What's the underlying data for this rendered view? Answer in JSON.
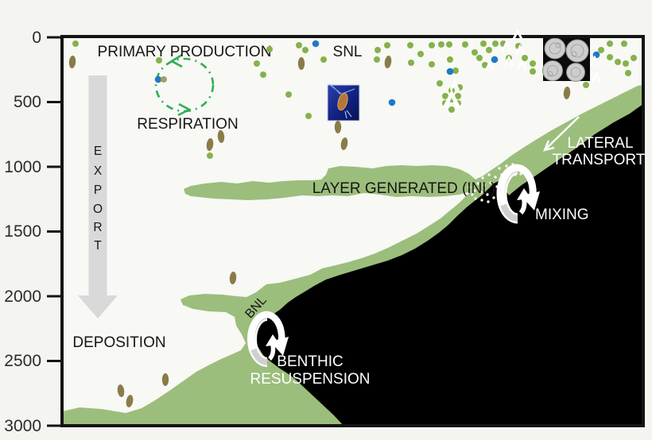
{
  "figure": {
    "axis": {
      "ticks": [
        "0",
        "500",
        "1000",
        "1500",
        "2000",
        "2500",
        "3000"
      ]
    },
    "labels": {
      "primary_production": "PRIMARY PRODUCTION",
      "snl": "SNL",
      "respiration": "RESPIRATION",
      "export_letters": [
        "E",
        "X",
        "P",
        "O",
        "R",
        "T"
      ],
      "deposition": "DEPOSITION",
      "layer_generated": "LAYER GENERATED (INL)",
      "lateral_transport_line1": "LATERAL",
      "lateral_transport_line2": "TRANSPORT",
      "mixing": "MIXING",
      "bnl": "BNL",
      "benthic_line1": "BENTHIC",
      "benthic_line2": "RESUSPENSION"
    },
    "images": {
      "copepod": "copepod-photo",
      "sem": "plankton-cells-photo"
    },
    "colors": {
      "water": "#f8f8f5",
      "margin": "#f4f4f1",
      "band_green": "#9cbe7c",
      "green_dot": "#85b24c",
      "blue_dot": "#1d7ac9",
      "olive_dot": "#a3a05e",
      "pellet": "#8a7c49",
      "seafloor": "#000000",
      "respiration_green": "#2fae54",
      "export_gray": "#d9d9d9",
      "export_text": "#4f4f4f",
      "arrow_gray": "#cfcfcf",
      "frame": "#141414",
      "white": "#ffffff",
      "speckle": "#f3f6ef"
    },
    "particles": {
      "green_dots": [
        [
          95,
          55
        ],
        [
          200,
          76
        ],
        [
          264,
          196
        ],
        [
          323,
          80
        ],
        [
          331,
          94
        ],
        [
          339,
          62
        ],
        [
          363,
          119
        ],
        [
          376,
          57
        ],
        [
          384,
          63
        ],
        [
          388,
          146
        ],
        [
          407,
          75
        ],
        [
          474,
          75
        ],
        [
          475,
          63
        ],
        [
          487,
          57
        ],
        [
          516,
          57
        ],
        [
          517,
          79
        ],
        [
          529,
          68
        ],
        [
          543,
          57
        ],
        [
          543,
          81
        ],
        [
          553,
          105
        ],
        [
          555,
          56
        ],
        [
          565,
          56
        ],
        [
          566,
          75
        ],
        [
          573,
          89
        ],
        [
          578,
          110
        ],
        [
          585,
          56
        ],
        [
          597,
          66
        ],
        [
          608,
          55
        ],
        [
          615,
          63
        ],
        [
          623,
          55
        ],
        [
          633,
          55
        ],
        [
          603,
          73
        ],
        [
          610,
          82
        ],
        [
          640,
          73
        ],
        [
          652,
          58
        ],
        [
          660,
          73
        ],
        [
          670,
          80
        ],
        [
          670,
          90
        ],
        [
          737,
          107
        ],
        [
          756,
          63
        ],
        [
          767,
          55
        ],
        [
          785,
          55
        ],
        [
          767,
          72
        ],
        [
          777,
          78
        ],
        [
          787,
          80
        ],
        [
          797,
          73
        ],
        [
          790,
          92
        ],
        [
          568,
          114
        ],
        [
          560,
          121
        ],
        [
          576,
          121
        ],
        [
          560,
          130
        ],
        [
          576,
          130
        ],
        [
          568,
          138
        ],
        [
          568,
          125
        ]
      ],
      "blue_dots": [
        [
          397,
          55
        ],
        [
          199,
          100
        ],
        [
          493,
          129
        ],
        [
          566,
          90
        ],
        [
          622,
          75
        ],
        [
          750,
          69
        ]
      ],
      "olive_dots": [
        [
          206,
          100
        ]
      ],
      "pellets": [
        [
          91,
          78,
          5
        ],
        [
          379,
          80,
          0
        ],
        [
          488,
          78,
          8
        ],
        [
          713,
          117,
          5
        ],
        [
          425,
          160,
          0
        ],
        [
          433,
          181,
          10
        ],
        [
          264,
          182,
          8
        ],
        [
          278,
          172,
          -5
        ],
        [
          293,
          350,
          5
        ],
        [
          208,
          478,
          0
        ],
        [
          152,
          492,
          -8
        ],
        [
          163,
          505,
          10
        ]
      ],
      "chevrons": [
        [
          572,
          108,
          4.5
        ],
        [
          616,
          83,
          4.5
        ],
        [
          637,
          58,
          4.5
        ],
        [
          640,
          77,
          4.5
        ],
        [
          651,
          44,
          5
        ],
        [
          654,
          63,
          4.5
        ],
        [
          656,
          82,
          4.5
        ],
        [
          748,
          77,
          4.5
        ],
        [
          750,
          97,
          4.5
        ],
        [
          568,
          126,
          8
        ]
      ],
      "speckles": [
        [
          604,
          216
        ],
        [
          612,
          212
        ],
        [
          620,
          209
        ],
        [
          628,
          212
        ],
        [
          637,
          209
        ],
        [
          645,
          207
        ],
        [
          652,
          211
        ],
        [
          660,
          214
        ],
        [
          607,
          224
        ],
        [
          615,
          220
        ],
        [
          623,
          223
        ],
        [
          631,
          220
        ],
        [
          639,
          224
        ],
        [
          648,
          220
        ],
        [
          655,
          219
        ],
        [
          601,
          231
        ],
        [
          609,
          233
        ],
        [
          617,
          230
        ],
        [
          625,
          235
        ],
        [
          633,
          232
        ],
        [
          597,
          240
        ],
        [
          605,
          242
        ],
        [
          613,
          245
        ],
        [
          621,
          249
        ],
        [
          629,
          246
        ],
        [
          598,
          250
        ],
        [
          606,
          252
        ],
        [
          614,
          254
        ],
        [
          590,
          236
        ],
        [
          594,
          245
        ]
      ]
    }
  }
}
